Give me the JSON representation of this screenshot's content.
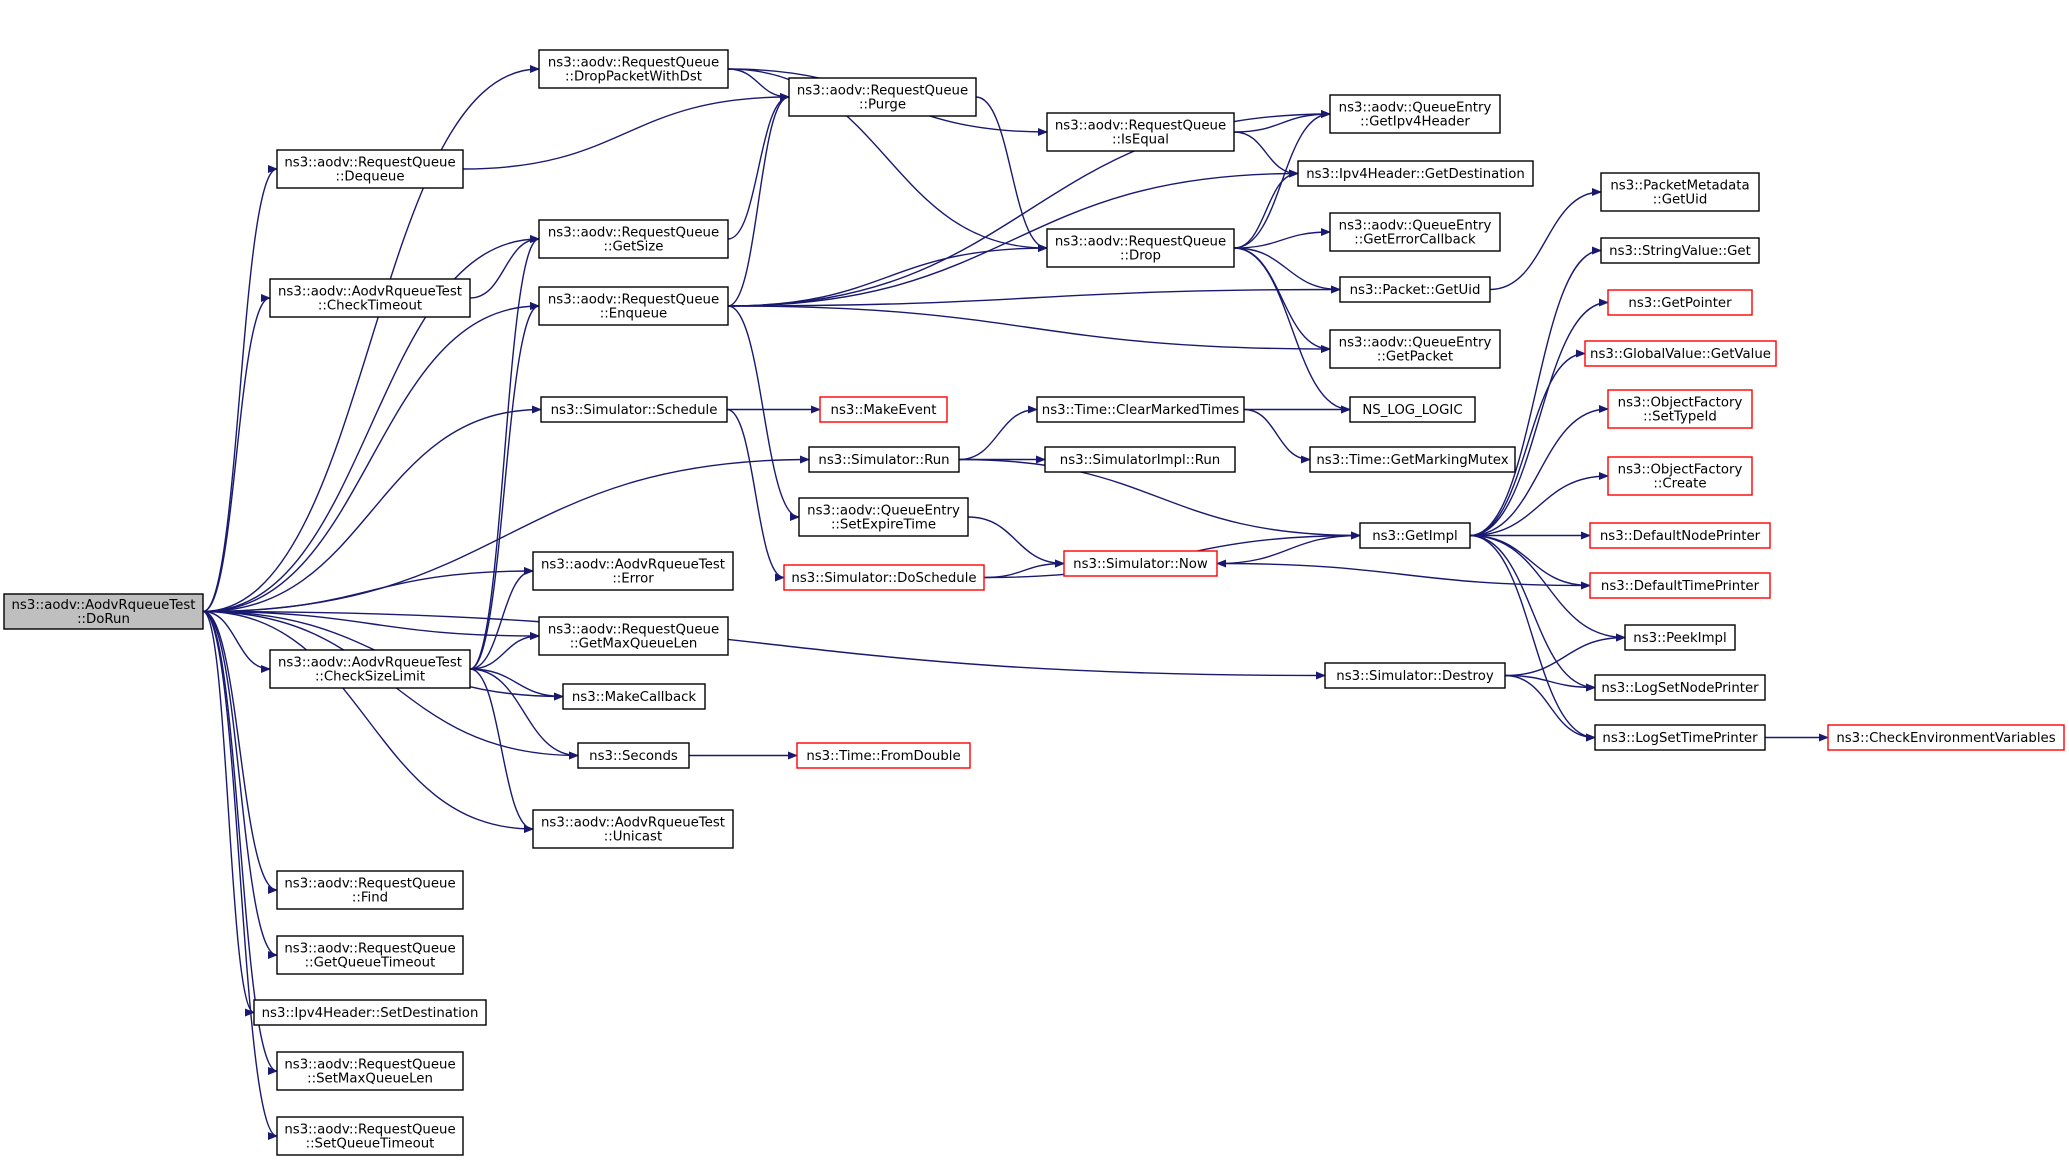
{
  "colors": {
    "edge": "#191970",
    "highlight_border": "#ff0000",
    "root_fill": "#bfbfbf"
  },
  "nodes": [
    {
      "id": "doRun",
      "lines": [
        "ns3::aodv::AodvRqueueTest",
        "::DoRun"
      ],
      "style": "root"
    },
    {
      "id": "dropWithDst",
      "lines": [
        "ns3::aodv::RequestQueue",
        "::DropPacketWithDst"
      ],
      "style": "normal"
    },
    {
      "id": "dequeue",
      "lines": [
        "ns3::aodv::RequestQueue",
        "::Dequeue"
      ],
      "style": "normal"
    },
    {
      "id": "getSize",
      "lines": [
        "ns3::aodv::RequestQueue",
        "::GetSize"
      ],
      "style": "normal"
    },
    {
      "id": "checkTimeout",
      "lines": [
        "ns3::aodv::AodvRqueueTest",
        "::CheckTimeout"
      ],
      "style": "normal"
    },
    {
      "id": "enqueue",
      "lines": [
        "ns3::aodv::RequestQueue",
        "::Enqueue"
      ],
      "style": "normal"
    },
    {
      "id": "schedule",
      "lines": [
        "ns3::Simulator::Schedule"
      ],
      "style": "normal"
    },
    {
      "id": "error",
      "lines": [
        "ns3::aodv::AodvRqueueTest",
        "::Error"
      ],
      "style": "normal"
    },
    {
      "id": "getMaxQueueLen",
      "lines": [
        "ns3::aodv::RequestQueue",
        "::GetMaxQueueLen"
      ],
      "style": "normal"
    },
    {
      "id": "checkSizeLimit",
      "lines": [
        "ns3::aodv::AodvRqueueTest",
        "::CheckSizeLimit"
      ],
      "style": "normal"
    },
    {
      "id": "makeCallback",
      "lines": [
        "ns3::MakeCallback"
      ],
      "style": "normal"
    },
    {
      "id": "seconds",
      "lines": [
        "ns3::Seconds"
      ],
      "style": "normal"
    },
    {
      "id": "unicast",
      "lines": [
        "ns3::aodv::AodvRqueueTest",
        "::Unicast"
      ],
      "style": "normal"
    },
    {
      "id": "find",
      "lines": [
        "ns3::aodv::RequestQueue",
        "::Find"
      ],
      "style": "normal"
    },
    {
      "id": "getQueueTimeout",
      "lines": [
        "ns3::aodv::RequestQueue",
        "::GetQueueTimeout"
      ],
      "style": "normal"
    },
    {
      "id": "setDestination",
      "lines": [
        "ns3::Ipv4Header::SetDestination"
      ],
      "style": "normal"
    },
    {
      "id": "setMaxQueueLen",
      "lines": [
        "ns3::aodv::RequestQueue",
        "::SetMaxQueueLen"
      ],
      "style": "normal"
    },
    {
      "id": "setQueueTimeout",
      "lines": [
        "ns3::aodv::RequestQueue",
        "::SetQueueTimeout"
      ],
      "style": "normal"
    },
    {
      "id": "purge",
      "lines": [
        "ns3::aodv::RequestQueue",
        "::Purge"
      ],
      "style": "normal"
    },
    {
      "id": "makeEvent",
      "lines": [
        "ns3::MakeEvent"
      ],
      "style": "red"
    },
    {
      "id": "simRun",
      "lines": [
        "ns3::Simulator::Run"
      ],
      "style": "normal"
    },
    {
      "id": "setExpireTime",
      "lines": [
        "ns3::aodv::QueueEntry",
        "::SetExpireTime"
      ],
      "style": "normal"
    },
    {
      "id": "doSchedule",
      "lines": [
        "ns3::Simulator::DoSchedule"
      ],
      "style": "red"
    },
    {
      "id": "fromDouble",
      "lines": [
        "ns3::Time::FromDouble"
      ],
      "style": "red"
    },
    {
      "id": "isEqual",
      "lines": [
        "ns3::aodv::RequestQueue",
        "::IsEqual"
      ],
      "style": "normal"
    },
    {
      "id": "drop",
      "lines": [
        "ns3::aodv::RequestQueue",
        "::Drop"
      ],
      "style": "normal"
    },
    {
      "id": "clearMarked",
      "lines": [
        "ns3::Time::ClearMarkedTimes"
      ],
      "style": "normal"
    },
    {
      "id": "implRun",
      "lines": [
        "ns3::SimulatorImpl::Run"
      ],
      "style": "normal"
    },
    {
      "id": "simNow",
      "lines": [
        "ns3::Simulator::Now"
      ],
      "style": "red"
    },
    {
      "id": "getIpv4Header",
      "lines": [
        "ns3::aodv::QueueEntry",
        "::GetIpv4Header"
      ],
      "style": "normal"
    },
    {
      "id": "getDestination",
      "lines": [
        "ns3::Ipv4Header::GetDestination"
      ],
      "style": "normal"
    },
    {
      "id": "getErrorCallback",
      "lines": [
        "ns3::aodv::QueueEntry",
        "::GetErrorCallback"
      ],
      "style": "normal"
    },
    {
      "id": "packetGetUid",
      "lines": [
        "ns3::Packet::GetUid"
      ],
      "style": "normal"
    },
    {
      "id": "getPacket",
      "lines": [
        "ns3::aodv::QueueEntry",
        "::GetPacket"
      ],
      "style": "normal"
    },
    {
      "id": "nsLogLogic",
      "lines": [
        "NS_LOG_LOGIC"
      ],
      "style": "normal"
    },
    {
      "id": "getMarkingMutex",
      "lines": [
        "ns3::Time::GetMarkingMutex"
      ],
      "style": "normal"
    },
    {
      "id": "getImpl",
      "lines": [
        "ns3::GetImpl"
      ],
      "style": "normal"
    },
    {
      "id": "simDestroy",
      "lines": [
        "ns3::Simulator::Destroy"
      ],
      "style": "normal"
    },
    {
      "id": "metaGetUid",
      "lines": [
        "ns3::PacketMetadata",
        "::GetUid"
      ],
      "style": "normal"
    },
    {
      "id": "stringGet",
      "lines": [
        "ns3::StringValue::Get"
      ],
      "style": "normal"
    },
    {
      "id": "getPointer",
      "lines": [
        "ns3::GetPointer"
      ],
      "style": "red"
    },
    {
      "id": "globalGetValue",
      "lines": [
        "ns3::GlobalValue::GetValue"
      ],
      "style": "red"
    },
    {
      "id": "setTypeId",
      "lines": [
        "ns3::ObjectFactory",
        "::SetTypeId"
      ],
      "style": "red"
    },
    {
      "id": "create",
      "lines": [
        "ns3::ObjectFactory",
        "::Create"
      ],
      "style": "red"
    },
    {
      "id": "defNodePrinter",
      "lines": [
        "ns3::DefaultNodePrinter"
      ],
      "style": "red"
    },
    {
      "id": "defTimePrinter",
      "lines": [
        "ns3::DefaultTimePrinter"
      ],
      "style": "red"
    },
    {
      "id": "peekImpl",
      "lines": [
        "ns3::PeekImpl"
      ],
      "style": "normal"
    },
    {
      "id": "logNodePrinter",
      "lines": [
        "ns3::LogSetNodePrinter"
      ],
      "style": "normal"
    },
    {
      "id": "logTimePrinter",
      "lines": [
        "ns3::LogSetTimePrinter"
      ],
      "style": "normal"
    },
    {
      "id": "checkEnv",
      "lines": [
        "ns3::CheckEnvironmentVariables"
      ],
      "style": "red"
    }
  ],
  "edges": [
    [
      "doRun",
      "dropWithDst"
    ],
    [
      "doRun",
      "dequeue"
    ],
    [
      "doRun",
      "getSize"
    ],
    [
      "doRun",
      "checkTimeout"
    ],
    [
      "doRun",
      "enqueue"
    ],
    [
      "doRun",
      "schedule"
    ],
    [
      "doRun",
      "simRun"
    ],
    [
      "doRun",
      "simDestroy"
    ],
    [
      "doRun",
      "error"
    ],
    [
      "doRun",
      "getMaxQueueLen"
    ],
    [
      "doRun",
      "checkSizeLimit"
    ],
    [
      "doRun",
      "makeCallback"
    ],
    [
      "doRun",
      "seconds"
    ],
    [
      "doRun",
      "unicast"
    ],
    [
      "doRun",
      "find"
    ],
    [
      "doRun",
      "getQueueTimeout"
    ],
    [
      "doRun",
      "setDestination"
    ],
    [
      "doRun",
      "setMaxQueueLen"
    ],
    [
      "doRun",
      "setQueueTimeout"
    ],
    [
      "dropWithDst",
      "purge"
    ],
    [
      "dropWithDst",
      "isEqual"
    ],
    [
      "dropWithDst",
      "drop"
    ],
    [
      "dequeue",
      "purge"
    ],
    [
      "getSize",
      "purge"
    ],
    [
      "checkTimeout",
      "getSize"
    ],
    [
      "enqueue",
      "purge"
    ],
    [
      "enqueue",
      "getIpv4Header"
    ],
    [
      "enqueue",
      "getDestination"
    ],
    [
      "enqueue",
      "drop"
    ],
    [
      "enqueue",
      "packetGetUid"
    ],
    [
      "enqueue",
      "getPacket"
    ],
    [
      "enqueue",
      "setExpireTime"
    ],
    [
      "schedule",
      "makeEvent"
    ],
    [
      "schedule",
      "doSchedule"
    ],
    [
      "simRun",
      "clearMarked"
    ],
    [
      "simRun",
      "implRun"
    ],
    [
      "simRun",
      "getImpl"
    ],
    [
      "setExpireTime",
      "simNow"
    ],
    [
      "doSchedule",
      "simNow"
    ],
    [
      "doSchedule",
      "getImpl"
    ],
    [
      "checkSizeLimit",
      "getSize"
    ],
    [
      "checkSizeLimit",
      "enqueue"
    ],
    [
      "checkSizeLimit",
      "error"
    ],
    [
      "checkSizeLimit",
      "getMaxQueueLen"
    ],
    [
      "checkSizeLimit",
      "makeCallback"
    ],
    [
      "checkSizeLimit",
      "seconds"
    ],
    [
      "checkSizeLimit",
      "unicast"
    ],
    [
      "seconds",
      "fromDouble"
    ],
    [
      "purge",
      "drop"
    ],
    [
      "isEqual",
      "getIpv4Header"
    ],
    [
      "isEqual",
      "getDestination"
    ],
    [
      "drop",
      "getIpv4Header"
    ],
    [
      "drop",
      "getDestination"
    ],
    [
      "drop",
      "getErrorCallback"
    ],
    [
      "drop",
      "packetGetUid"
    ],
    [
      "drop",
      "getPacket"
    ],
    [
      "drop",
      "nsLogLogic"
    ],
    [
      "clearMarked",
      "nsLogLogic"
    ],
    [
      "clearMarked",
      "getMarkingMutex"
    ],
    [
      "simNow",
      "getImpl"
    ],
    [
      "packetGetUid",
      "metaGetUid"
    ],
    [
      "getImpl",
      "stringGet"
    ],
    [
      "getImpl",
      "getPointer"
    ],
    [
      "getImpl",
      "globalGetValue"
    ],
    [
      "getImpl",
      "setTypeId"
    ],
    [
      "getImpl",
      "create"
    ],
    [
      "getImpl",
      "defNodePrinter"
    ],
    [
      "getImpl",
      "defTimePrinter"
    ],
    [
      "getImpl",
      "peekImpl"
    ],
    [
      "getImpl",
      "logNodePrinter"
    ],
    [
      "getImpl",
      "logTimePrinter"
    ],
    [
      "defTimePrinter",
      "simNow"
    ],
    [
      "simDestroy",
      "peekImpl"
    ],
    [
      "simDestroy",
      "logNodePrinter"
    ],
    [
      "simDestroy",
      "logTimePrinter"
    ],
    [
      "logTimePrinter",
      "checkEnv"
    ]
  ]
}
